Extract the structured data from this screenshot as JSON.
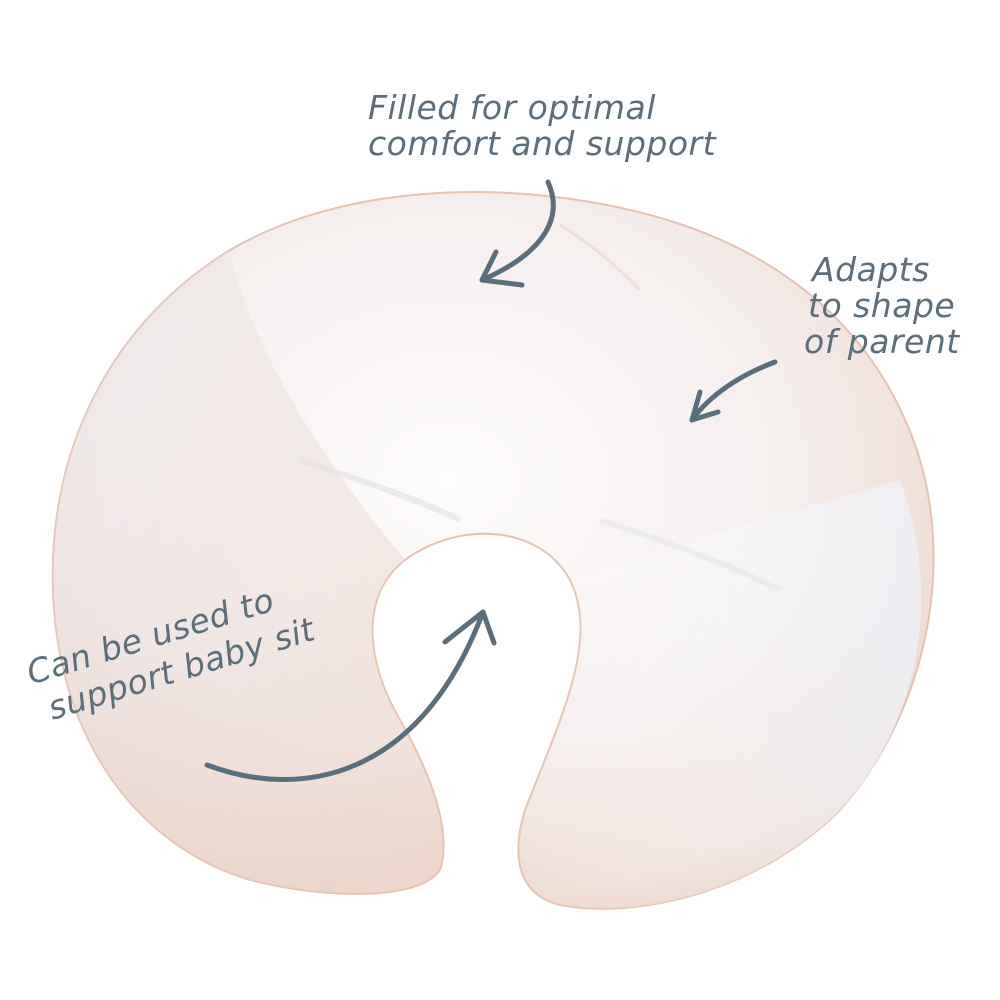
{
  "image": {
    "subject": "nursing-pillow",
    "background_color": "#ffffff",
    "pillow_color": "#f6efec",
    "pillow_shadow_color": "#e8c3b2",
    "annotation_color": "#5a6e7b"
  },
  "annotations": [
    {
      "id": "filled",
      "lines": [
        "Filled for optimal",
        "comfort and support"
      ]
    },
    {
      "id": "adapts",
      "lines": [
        "Adapts",
        "to shape",
        "of parent"
      ]
    },
    {
      "id": "baby",
      "lines": [
        "Can be used to",
        "support baby sit"
      ]
    }
  ]
}
